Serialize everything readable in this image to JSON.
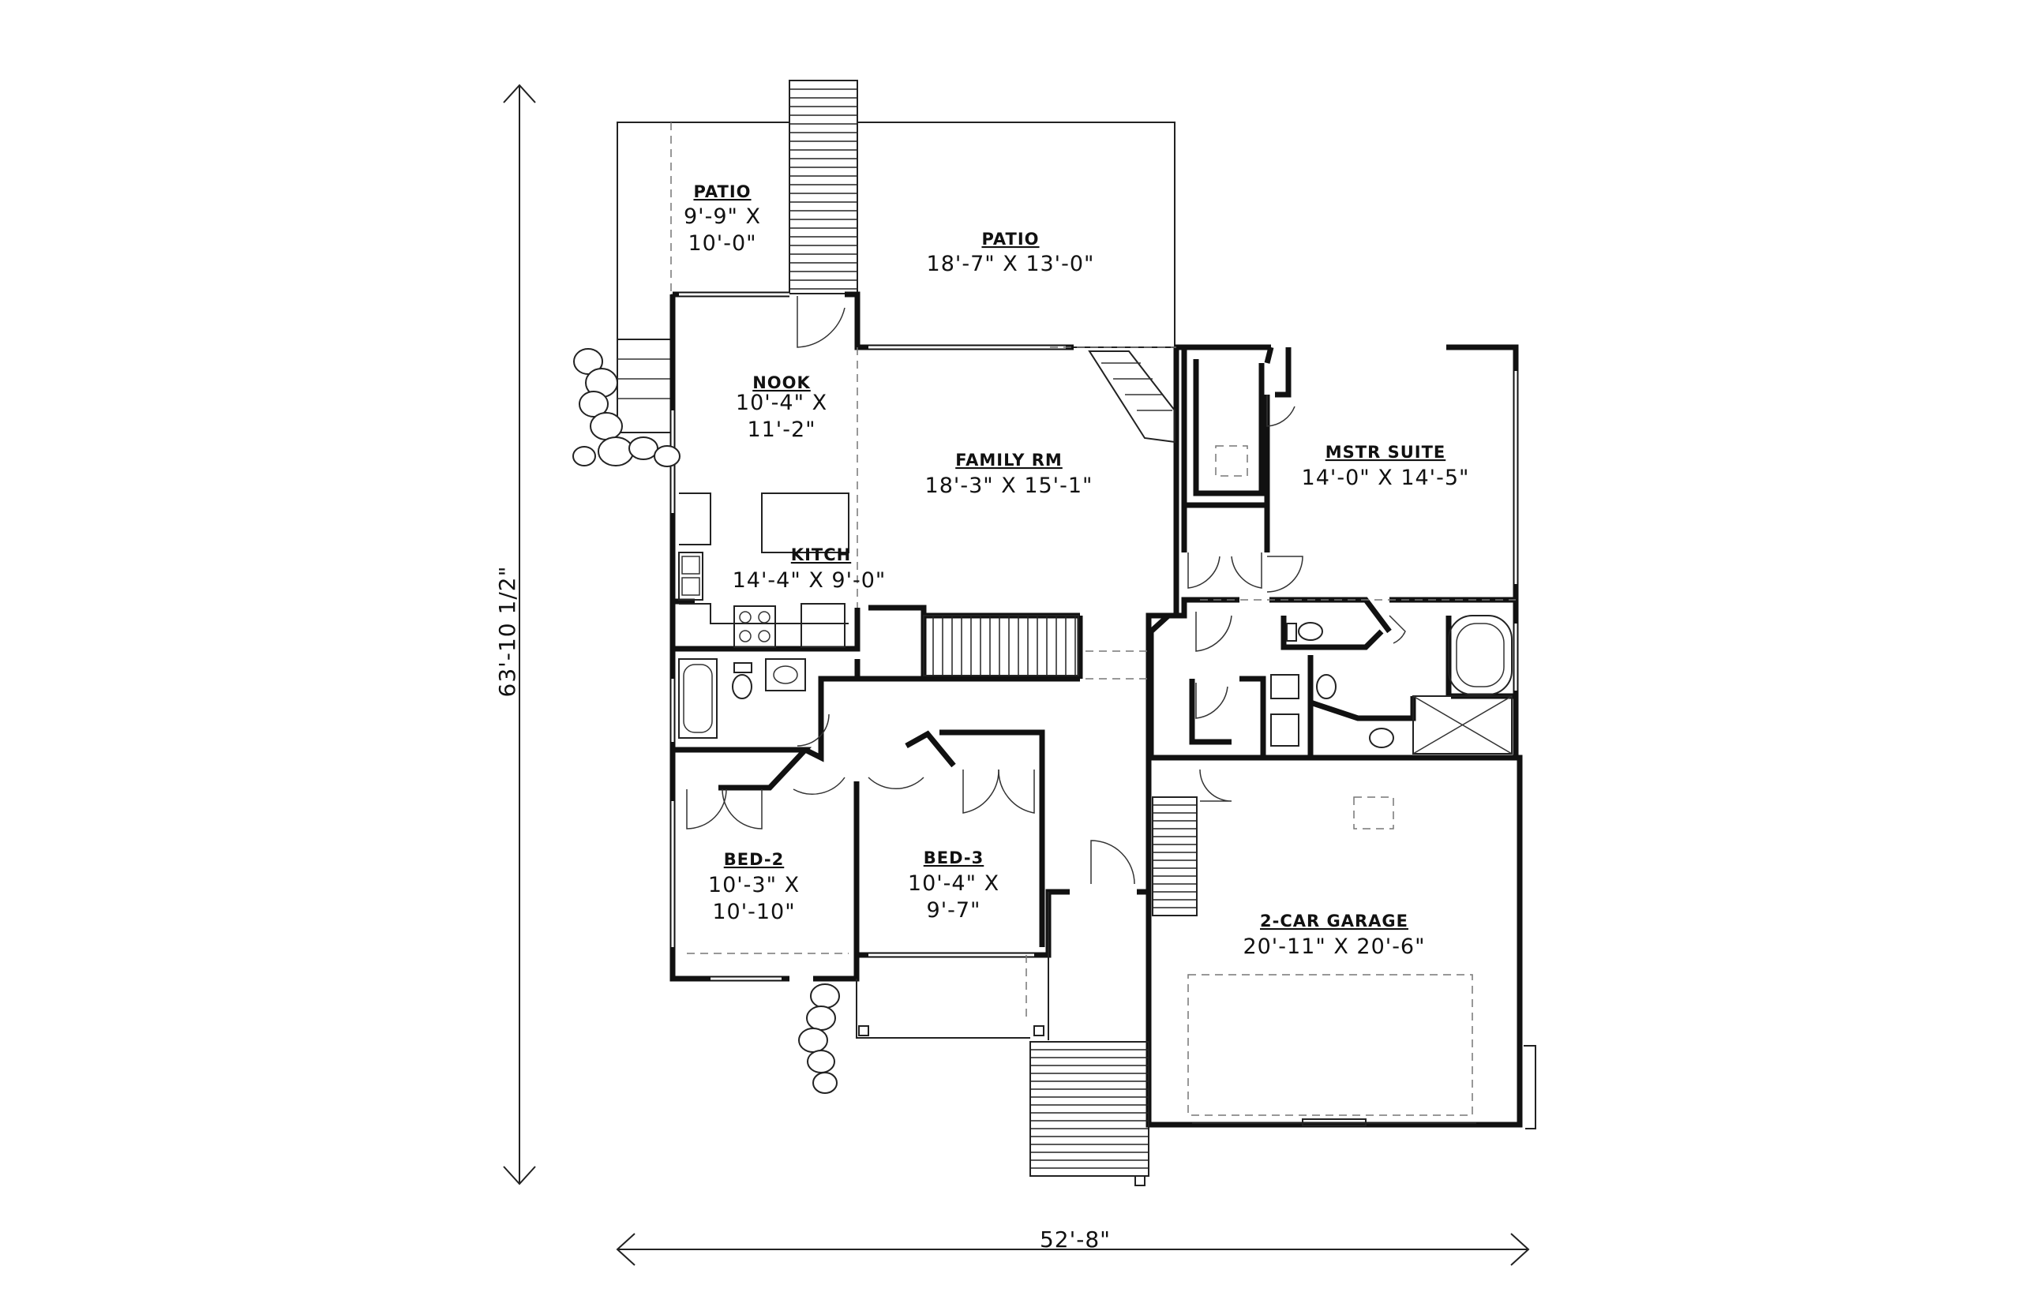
{
  "overall": {
    "depth": "63'-10 1/2\"",
    "width": "52'-8\""
  },
  "rooms": {
    "patio_small": {
      "name": "PATIO",
      "dim1": "9'-9\" X",
      "dim2": "10'-0\""
    },
    "patio_large": {
      "name": "PATIO",
      "dim1": "18'-7\" X 13'-0\""
    },
    "nook": {
      "name": "NOOK",
      "dim1": "10'-4\" X",
      "dim2": "11'-2\""
    },
    "family": {
      "name": "FAMILY RM",
      "dim1": "18'-3\" X 15'-1\""
    },
    "master": {
      "name": "MSTR SUITE",
      "dim1": "14'-0\" X 14'-5\""
    },
    "kitchen": {
      "name": "KITCH",
      "dim1": "14'-4\" X 9'-0\""
    },
    "bed2": {
      "name": "BED-2",
      "dim1": "10'-3\" X",
      "dim2": "10'-10\""
    },
    "bed3": {
      "name": "BED-3",
      "dim1": "10'-4\" X",
      "dim2": "9'-7\""
    },
    "garage": {
      "name": "2-CAR GARAGE",
      "dim1": "20'-11\" X 20'-6\""
    }
  }
}
